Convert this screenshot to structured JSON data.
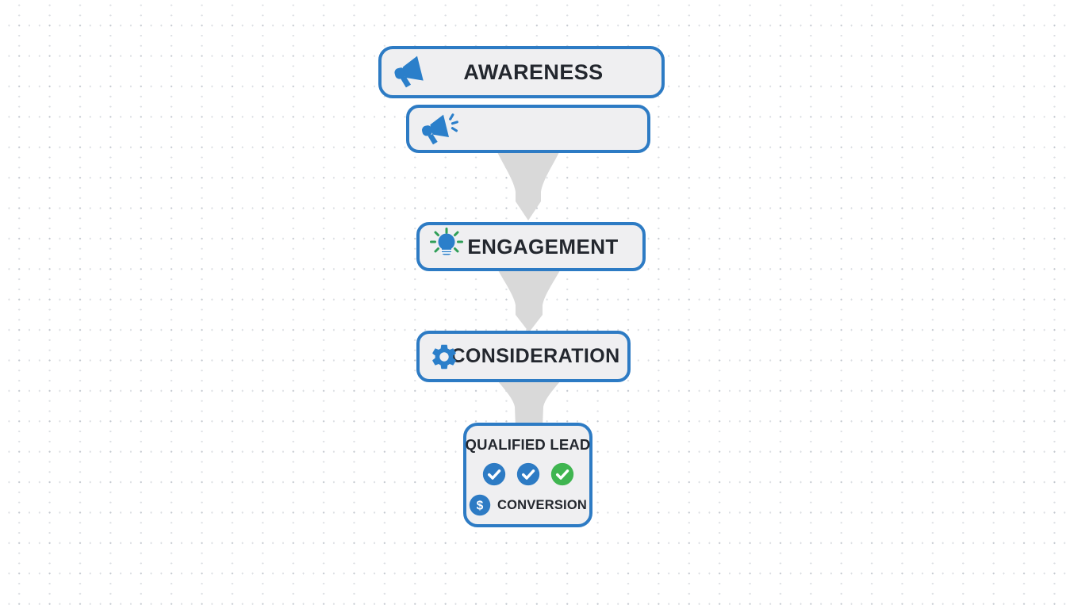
{
  "canvas": {
    "background": "#ffffff",
    "grid_dot_color": "#c9ced6"
  },
  "colors": {
    "border_blue": "#2d7bc4",
    "icon_blue": "#2b7fca",
    "box_fill": "#efeff1",
    "funnel_gray": "#d9d9d9",
    "text": "#23272e",
    "check_green": "#3fb550",
    "ray_green": "#2f9e57"
  },
  "stages": [
    {
      "label": "AWARENESS",
      "icon": "megaphone-icon"
    },
    {
      "label": "",
      "icon": "megaphone-sound-icon"
    },
    {
      "label": "ENGAGEMENT",
      "icon": "lightbulb-icon"
    },
    {
      "label": "CONSIDERATION",
      "icon": "gear-icon"
    }
  ],
  "qualified_lead": {
    "title": "QUALIFIED LEAD",
    "checks": [
      {
        "icon": "check-icon",
        "color": "#2d7bc4"
      },
      {
        "icon": "check-icon",
        "color": "#2d7bc4"
      },
      {
        "icon": "check-icon",
        "color": "#3fb550"
      }
    ],
    "conversion": {
      "label": "CONVERSION",
      "icon": "dollar-icon",
      "color": "#2d7bc4",
      "dollar_glyph": "$"
    }
  }
}
